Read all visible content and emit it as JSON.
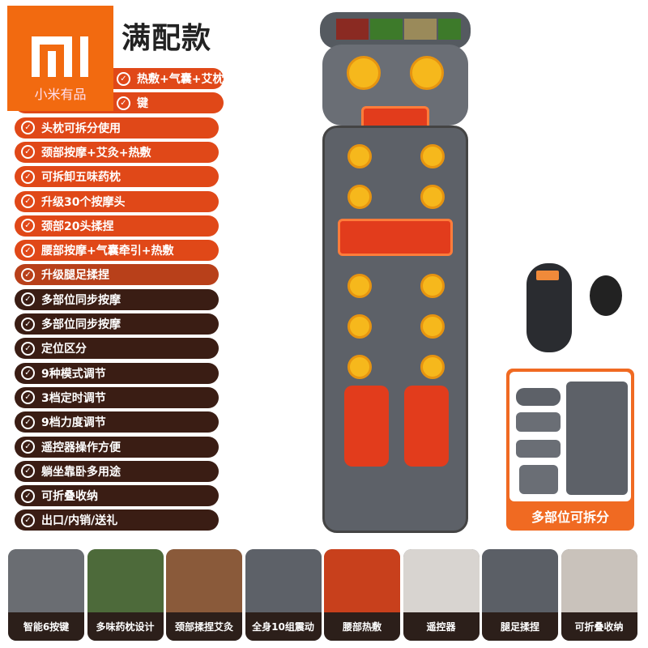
{
  "title": "满配款",
  "logo": {
    "text": "小米有品",
    "mark": "MI",
    "color": "#f26a10"
  },
  "features": [
    {
      "label": "热敷+气囊+艾枕",
      "color": "#e04818"
    },
    {
      "label": "键",
      "color": "#e04818"
    },
    {
      "label": "头枕可拆分使用",
      "color": "#e04818"
    },
    {
      "label": "颈部按摩+艾灸+热敷",
      "color": "#e04818"
    },
    {
      "label": "可拆卸五味药枕",
      "color": "#e04818"
    },
    {
      "label": "升级30个按摩头",
      "color": "#e04818"
    },
    {
      "label": "颈部20头揉捏",
      "color": "#e04818"
    },
    {
      "label": "腰部按摩+气囊牵引+热敷",
      "color": "#e04818"
    },
    {
      "label": "升级腿足揉捏",
      "color": "#b8401a"
    },
    {
      "label": "多部位同步按摩",
      "color": "#3a1d14"
    },
    {
      "label": "多部位同步按摩",
      "color": "#3a1d14"
    },
    {
      "label": "定位区分",
      "color": "#3a1d14"
    },
    {
      "label": "9种模式调节",
      "color": "#3a1d14"
    },
    {
      "label": "3档定时调节",
      "color": "#3a1d14"
    },
    {
      "label": "9档力度调节",
      "color": "#3a1d14"
    },
    {
      "label": "遥控器操作方便",
      "color": "#3a1d14"
    },
    {
      "label": "躺坐靠卧多用途",
      "color": "#3a1d14"
    },
    {
      "label": "可折叠收纳",
      "color": "#3a1d14"
    },
    {
      "label": "出口/内销/送礼",
      "color": "#3a1d14"
    }
  ],
  "check_icon": "check-circle-icon",
  "parts_label": "多部位可拆分",
  "thumbnails": [
    {
      "label": "智能6按键",
      "bg": "#6a6d72"
    },
    {
      "label": "多味药枕设计",
      "bg": "#4d6a3a"
    },
    {
      "label": "颈部揉捏艾灸",
      "bg": "#8a5a3a"
    },
    {
      "label": "全身10组震动",
      "bg": "#5d6168"
    },
    {
      "label": "腰部热敷",
      "bg": "#c8401c"
    },
    {
      "label": "遥控器",
      "bg": "#d8d4d0"
    },
    {
      "label": "腿足揉捏",
      "bg": "#5b5f66"
    },
    {
      "label": "可折叠收纳",
      "bg": "#c9c2bb"
    }
  ]
}
